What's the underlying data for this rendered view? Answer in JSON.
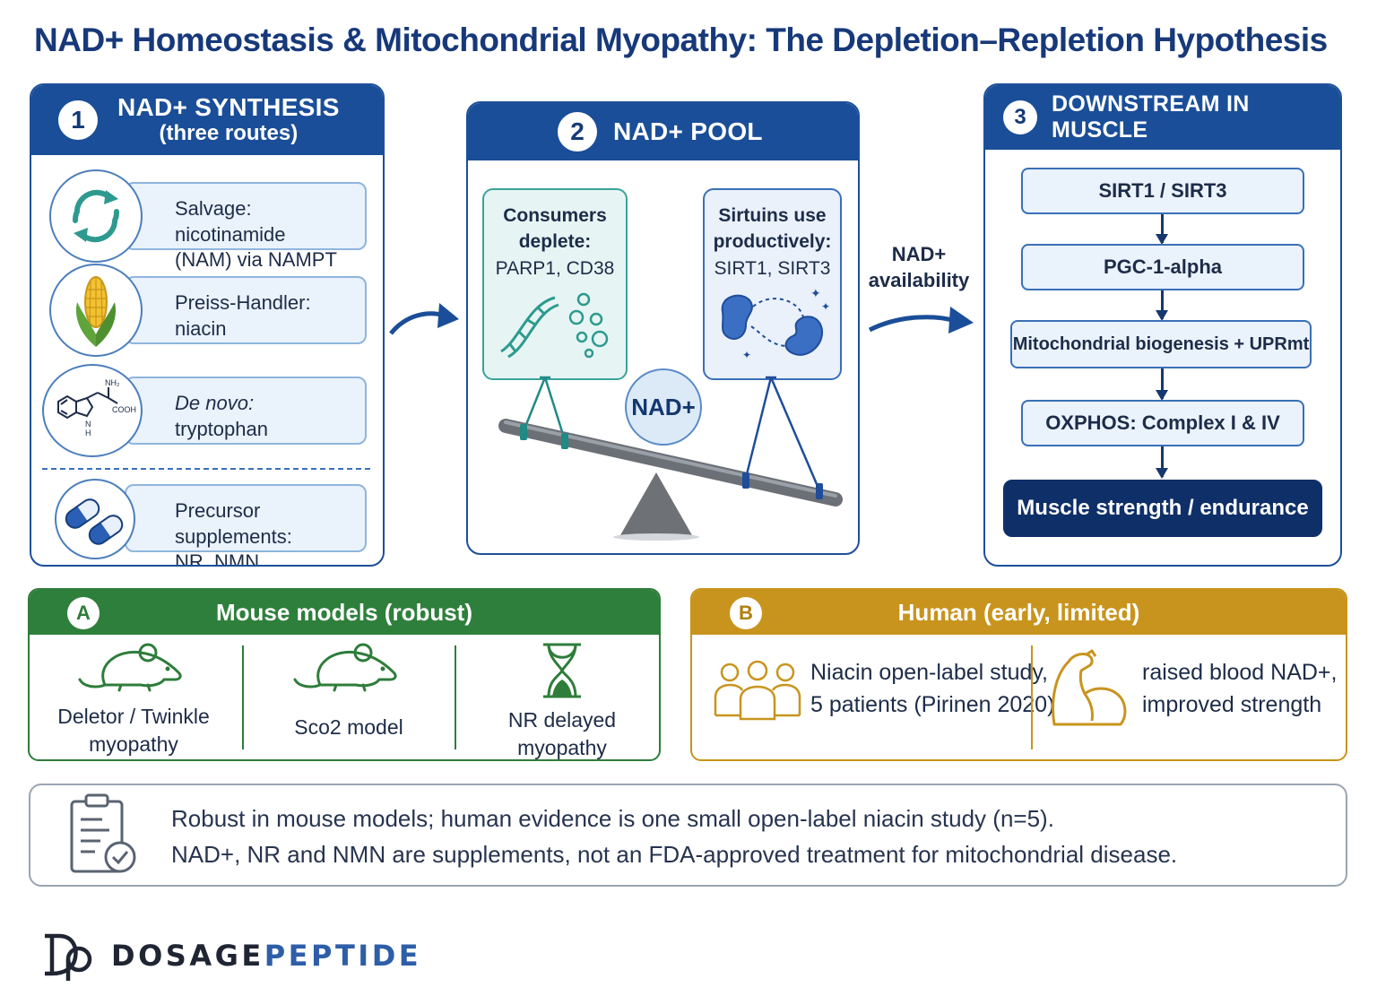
{
  "title": "NAD+ Homeostasis & Mitochondrial Myopathy: The Depletion–Repletion Hypothesis",
  "panel1": {
    "number": "1",
    "title": "NAD+ SYNTHESIS",
    "subtitle": "(three routes)",
    "routes": [
      {
        "line1": "Salvage: nicotinamide",
        "line2": "(NAM) via NAMPT",
        "icon": "recycle-icon"
      },
      {
        "line1": "Preiss-Handler:",
        "line2": "niacin",
        "icon": "corn-icon"
      },
      {
        "line1": "De novo:",
        "line2": "tryptophan",
        "icon": "tryptophan-structure-icon"
      },
      {
        "line1": "Precursor supplements:",
        "line2": "NR, NMN",
        "icon": "capsule-icon"
      }
    ],
    "molecule_labels": {
      "nh2": "NH₂",
      "cooh": "COOH",
      "nh": "N",
      "h": "H"
    }
  },
  "panel2": {
    "number": "2",
    "title": "NAD+ POOL",
    "consumers": {
      "line1": "Consumers",
      "line2": "deplete:",
      "line3": "PARP1, CD38"
    },
    "sirtuins": {
      "line1": "Sirtuins use",
      "line2": "productively:",
      "line3": "SIRT1, SIRT3"
    },
    "center": "NAD+"
  },
  "availability": {
    "line1": "NAD+",
    "line2": "availability"
  },
  "panel3": {
    "number": "3",
    "title": "DOWNSTREAM IN MUSCLE",
    "steps": [
      "SIRT1 / SIRT3",
      "PGC-1-alpha",
      "Mitochondrial biogenesis + UPRmt",
      "OXPHOS: Complex I & IV"
    ],
    "final": "Muscle strength / endurance"
  },
  "panelA": {
    "letter": "A",
    "title": "Mouse models (robust)",
    "items": [
      {
        "line1": "Deletor / Twinkle",
        "line2": "myopathy"
      },
      {
        "line1": "Sco2 model",
        "line2": ""
      },
      {
        "line1": "NR delayed",
        "line2": "myopathy"
      }
    ]
  },
  "panelB": {
    "letter": "B",
    "title": "Human (early, limited)",
    "study": {
      "line1": "Niacin open-label study,",
      "line2": "5 patients (Pirinen 2020)"
    },
    "result": {
      "line1": "raised blood NAD+,",
      "line2": "improved strength"
    }
  },
  "note": {
    "line1": "Robust in mouse models; human evidence is one small open-label niacin study (n=5).",
    "line2": "NAD+, NR and NMN are supplements, not an FDA-approved treatment for mitochondrial disease."
  },
  "brand": {
    "name_a": "DOSAGE",
    "name_b": "PEPTIDE"
  },
  "colors": {
    "navy": "#1a4e98",
    "teal": "#2f8f8a",
    "green": "#2f7f3c",
    "gold": "#c8941d",
    "dark": "#0f2f68"
  }
}
